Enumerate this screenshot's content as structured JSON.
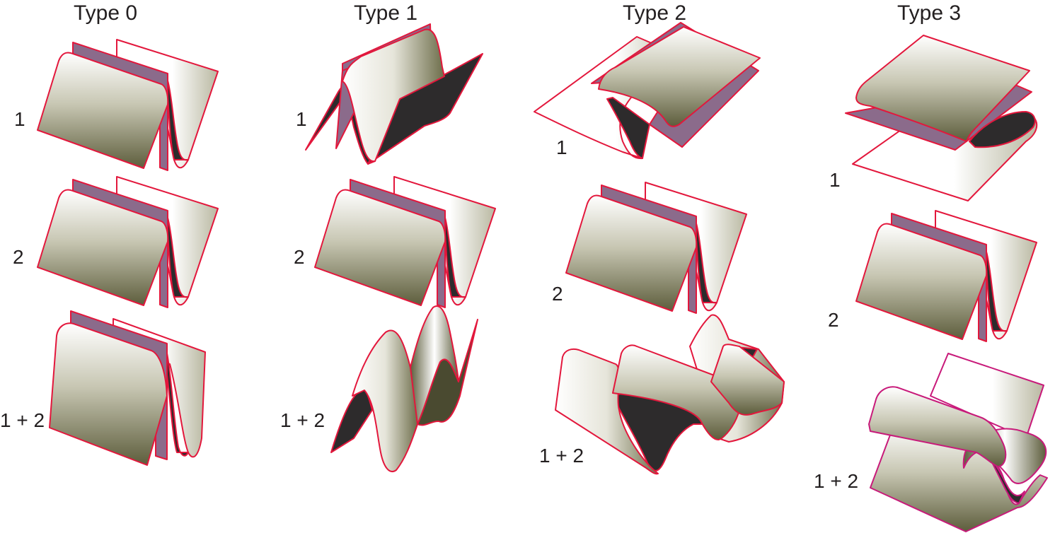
{
  "columns": [
    {
      "title": "Type 0",
      "labels": [
        "1",
        "2",
        "1 + 2"
      ]
    },
    {
      "title": "Type 1",
      "labels": [
        "1",
        "2",
        "1 + 2"
      ]
    },
    {
      "title": "Type 2",
      "labels": [
        "1",
        "2",
        "1 + 2"
      ]
    },
    {
      "title": "Type 3",
      "labels": [
        "1",
        "2",
        "1 + 2"
      ]
    }
  ],
  "colors": {
    "edge": "#e3173c",
    "edge_alt": "#c81a7a",
    "fold_band": "#8b6b8b",
    "underside": "#2d2b2c",
    "sheet_light": "#ffffff",
    "sheet_dark": "#5a5a3a"
  }
}
